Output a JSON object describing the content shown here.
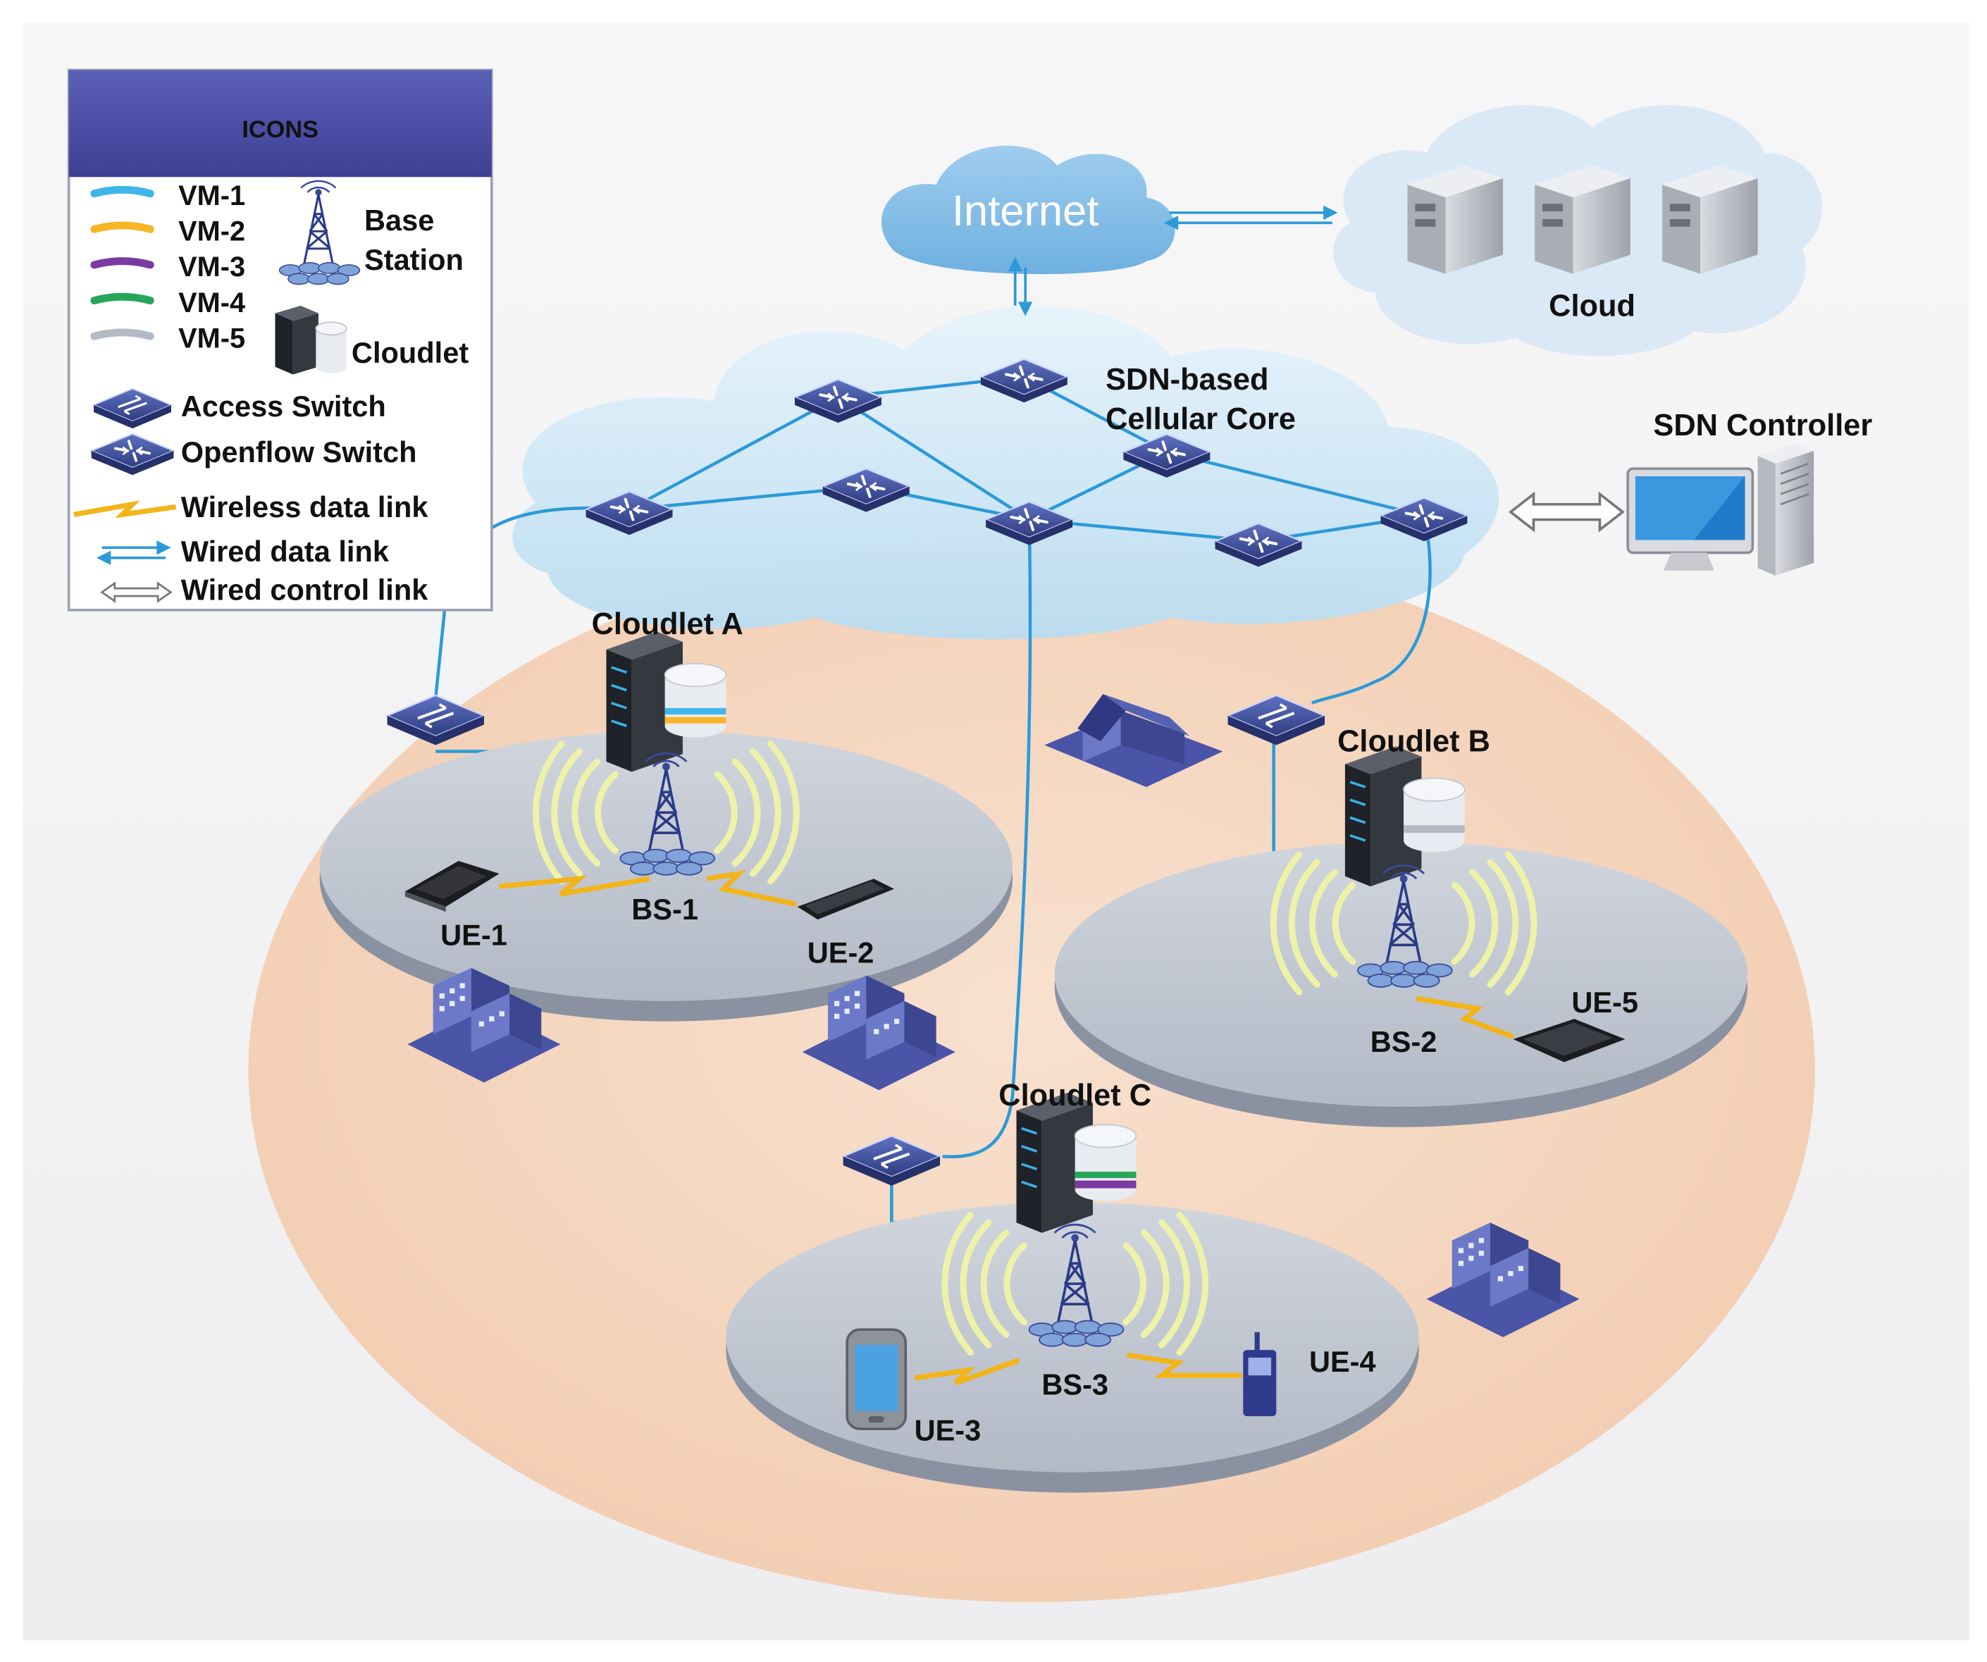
{
  "legend": {
    "title": "ICONS",
    "vms": [
      {
        "label": "VM-1",
        "color": "#3fb6ea"
      },
      {
        "label": "VM-2",
        "color": "#f7b628"
      },
      {
        "label": "VM-3",
        "color": "#7a3aa0"
      },
      {
        "label": "VM-4",
        "color": "#27a65a"
      },
      {
        "label": "VM-5",
        "color": "#b4bac4"
      }
    ],
    "base_station_line1": "Base",
    "base_station_line2": "Station",
    "cloudlet": "Cloudlet",
    "access_switch": "Access Switch",
    "openflow_switch": "Openflow Switch",
    "wireless_link": "Wireless data link",
    "wired_link": "Wired data link",
    "control_link": "Wired control link"
  },
  "internet": "Internet",
  "cloud": "Cloud",
  "core_line1": "SDN-based",
  "core_line2": "Cellular Core",
  "controller": "SDN Controller",
  "cloudlets": {
    "a": "Cloudlet A",
    "b": "Cloudlet B",
    "c": "Cloudlet C"
  },
  "base_stations": {
    "bs1": "BS-1",
    "bs2": "BS-2",
    "bs3": "BS-3"
  },
  "ues": {
    "ue1": "UE-1",
    "ue2": "UE-2",
    "ue3": "UE-3",
    "ue4": "UE-4",
    "ue5": "UE-5"
  },
  "colors": {
    "link": "#2b9ad8",
    "wireless": "#f2b418",
    "zone": "#f6d6bd",
    "disc": "#c1c7d1",
    "switch": "#3d4f9a"
  }
}
